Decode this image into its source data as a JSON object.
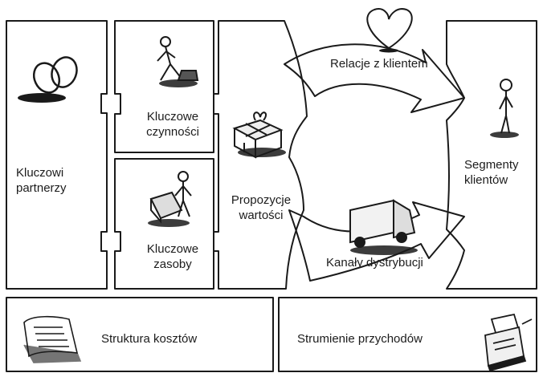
{
  "diagram": {
    "blocks": {
      "key_partners": "Kluczowi\npartnerzy",
      "key_activities": "Kluczowe\nczynności",
      "key_resources": "Kluczowe\nzasoby",
      "value_propositions": "Propozycje\nwartości",
      "customer_relationships": "Relacje z klientem",
      "channels": "Kanały dystrybucji",
      "customer_segments": "Segmenty\nklientów",
      "cost_structure": "Struktura kosztów",
      "revenue_streams": "Strumienie przychodów"
    },
    "icons": {
      "key_partners": "rings-icon",
      "key_activities": "worker-icon",
      "key_resources": "worker-with-machine-icon",
      "value_propositions": "gift-icon",
      "customer_relationships": "heart-icon",
      "channels": "truck-icon",
      "customer_segments": "person-icon",
      "cost_structure": "receipt-icon",
      "revenue_streams": "cash-register-icon"
    },
    "colors": {
      "line": "#1a1a1a",
      "background": "#ffffff"
    }
  }
}
